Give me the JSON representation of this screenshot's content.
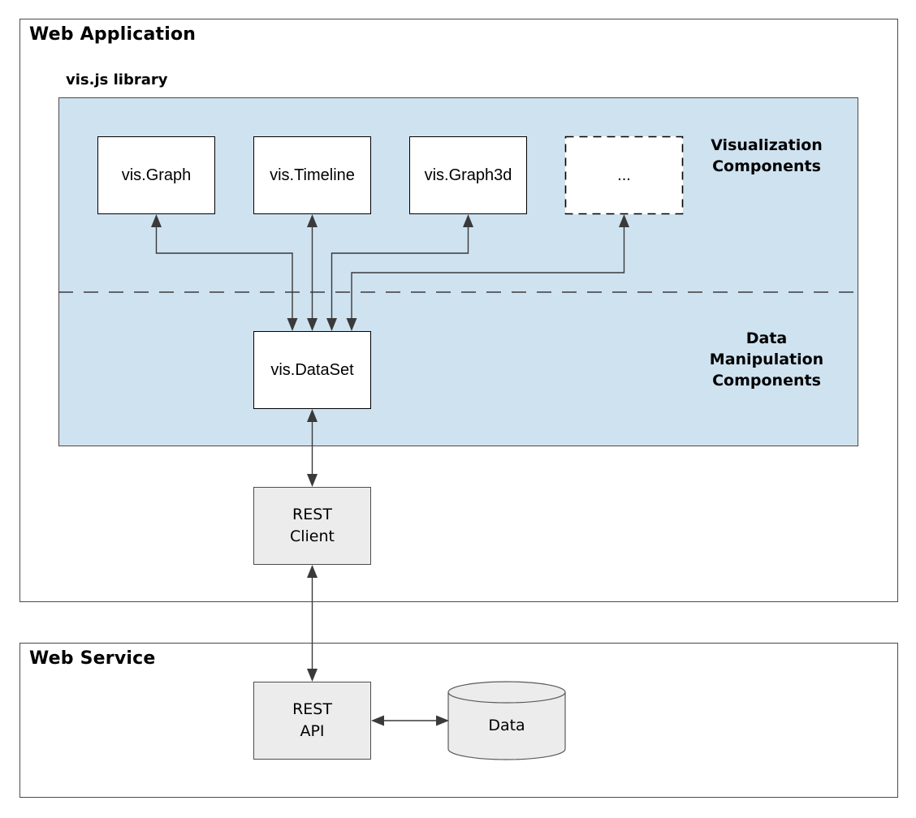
{
  "web_application": {
    "title": "Web Application",
    "visjs": {
      "title": "vis.js library",
      "visualization_components_label": "Visualization\nComponents",
      "data_manipulation_label": "Data\nManipulation\nComponents",
      "components": [
        {
          "label": "vis.Graph"
        },
        {
          "label": "vis.Timeline"
        },
        {
          "label": "vis.Graph3d"
        },
        {
          "label": "..."
        }
      ],
      "dataset_label": "vis.DataSet"
    },
    "rest_client_label": "REST\nClient"
  },
  "web_service": {
    "title": "Web Service",
    "rest_api_label": "REST\nAPI",
    "database_label": "Data"
  },
  "colors": {
    "panel_blue": "#cfe2f0",
    "node_gray": "#ececec",
    "connector": "#3a3a3a",
    "border_dark": "#4a4a4a"
  }
}
